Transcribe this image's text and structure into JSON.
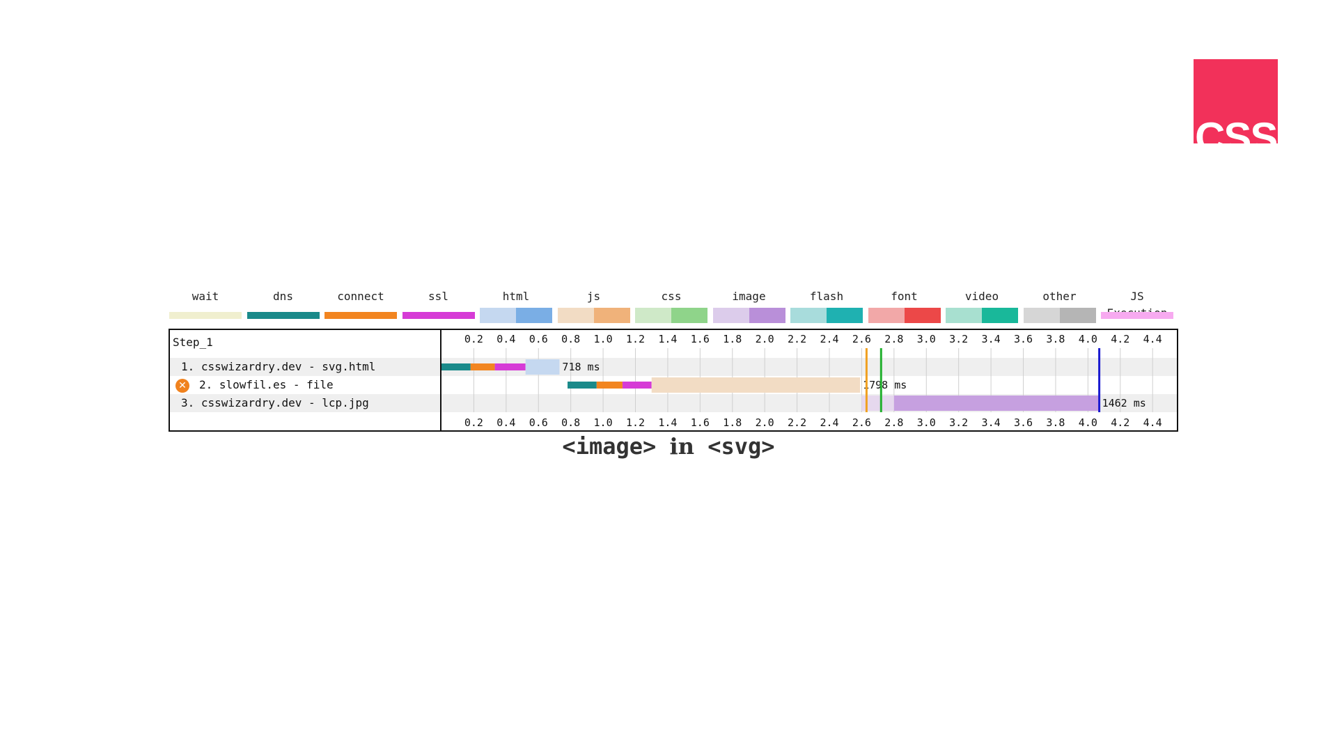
{
  "logo": {
    "text": "CSS",
    "color": "#f2315a"
  },
  "legend": [
    {
      "label": "wait",
      "colors": [
        "#f0efcf"
      ],
      "thin": true
    },
    {
      "label": "dns",
      "colors": [
        "#1a8a8a"
      ],
      "thin": true
    },
    {
      "label": "connect",
      "colors": [
        "#f28520"
      ],
      "thin": true
    },
    {
      "label": "ssl",
      "colors": [
        "#d63bd6"
      ],
      "thin": true
    },
    {
      "label": "html",
      "colors": [
        "#c5d8f0",
        "#7aaee5"
      ]
    },
    {
      "label": "js",
      "colors": [
        "#f2dcc4",
        "#f0b27a"
      ]
    },
    {
      "label": "css",
      "colors": [
        "#cfe9c8",
        "#8fd48a"
      ]
    },
    {
      "label": "image",
      "colors": [
        "#dccceb",
        "#b98fd9"
      ]
    },
    {
      "label": "flash",
      "colors": [
        "#a8dcdc",
        "#1fb1b1"
      ]
    },
    {
      "label": "font",
      "colors": [
        "#f2a8a8",
        "#ec4848"
      ]
    },
    {
      "label": "video",
      "colors": [
        "#a8e0d0",
        "#19b89a"
      ]
    },
    {
      "label": "other",
      "colors": [
        "#d6d6d6",
        "#b5b5b5"
      ]
    },
    {
      "label": "JS Execution",
      "colors": [
        "#f7aaf0"
      ],
      "thin": true
    }
  ],
  "waterfall": {
    "step_label": "Step_1",
    "requests": [
      {
        "label": "1. csswizardry.dev - svg.html",
        "error": false
      },
      {
        "label": "2. slowfil.es - file",
        "error": true
      },
      {
        "label": "3. csswizardry.dev - lcp.jpg",
        "error": false
      }
    ]
  },
  "chart_data": {
    "type": "waterfall",
    "x_unit": "seconds",
    "xlim": [
      0,
      4.55
    ],
    "ticks": [
      "0.2",
      "0.4",
      "0.6",
      "0.8",
      "1.0",
      "1.2",
      "1.4",
      "1.6",
      "1.8",
      "2.0",
      "2.2",
      "2.4",
      "2.6",
      "2.8",
      "3.0",
      "3.2",
      "3.4",
      "3.6",
      "3.8",
      "4.0",
      "4.2",
      "4.4"
    ],
    "tick_values": [
      0.2,
      0.4,
      0.6,
      0.8,
      1.0,
      1.2,
      1.4,
      1.6,
      1.8,
      2.0,
      2.2,
      2.4,
      2.6,
      2.8,
      3.0,
      3.2,
      3.4,
      3.6,
      3.8,
      4.0,
      4.2,
      4.4
    ],
    "rows": [
      {
        "segments": [
          {
            "phase": "dns",
            "start": 0.0,
            "end": 0.18,
            "color": "#1a8a8a"
          },
          {
            "phase": "connect",
            "start": 0.18,
            "end": 0.33,
            "color": "#f28520"
          },
          {
            "phase": "ssl",
            "start": 0.33,
            "end": 0.52,
            "color": "#d63bd6"
          },
          {
            "phase": "html",
            "start": 0.52,
            "end": 0.73,
            "color": "#c5d8f0"
          }
        ],
        "duration_label": "718 ms"
      },
      {
        "segments": [
          {
            "phase": "dns",
            "start": 0.78,
            "end": 0.96,
            "color": "#1a8a8a"
          },
          {
            "phase": "connect",
            "start": 0.96,
            "end": 1.12,
            "color": "#f28520"
          },
          {
            "phase": "ssl",
            "start": 1.12,
            "end": 1.3,
            "color": "#d63bd6"
          },
          {
            "phase": "js",
            "start": 1.3,
            "end": 2.59,
            "color": "#f2dcc4"
          }
        ],
        "duration_label": "1798 ms"
      },
      {
        "segments": [
          {
            "phase": "wait",
            "start": 2.6,
            "end": 2.8,
            "color": "#e6d8ee"
          },
          {
            "phase": "image",
            "start": 2.8,
            "end": 4.07,
            "color": "#c6a0e0"
          }
        ],
        "duration_label": "1462 ms"
      }
    ],
    "markers": [
      {
        "name": "orange",
        "x": 2.63,
        "color": "#f0a020"
      },
      {
        "name": "green",
        "x": 2.72,
        "color": "#22b02e"
      },
      {
        "name": "blue",
        "x": 4.07,
        "color": "#1a1ad0"
      }
    ]
  },
  "caption": {
    "left": "<image>",
    "mid": "in",
    "right": "<svg>"
  }
}
